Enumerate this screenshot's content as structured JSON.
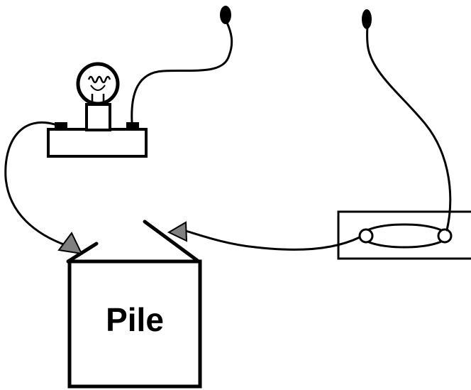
{
  "battery": {
    "label": "Pile"
  },
  "colors": {
    "stroke": "#000000",
    "background": "#ffffff",
    "arrow_head": "#808080"
  },
  "components": [
    "bulb-with-holder",
    "battery",
    "probe-left",
    "probe-right",
    "switch-contact-box"
  ]
}
